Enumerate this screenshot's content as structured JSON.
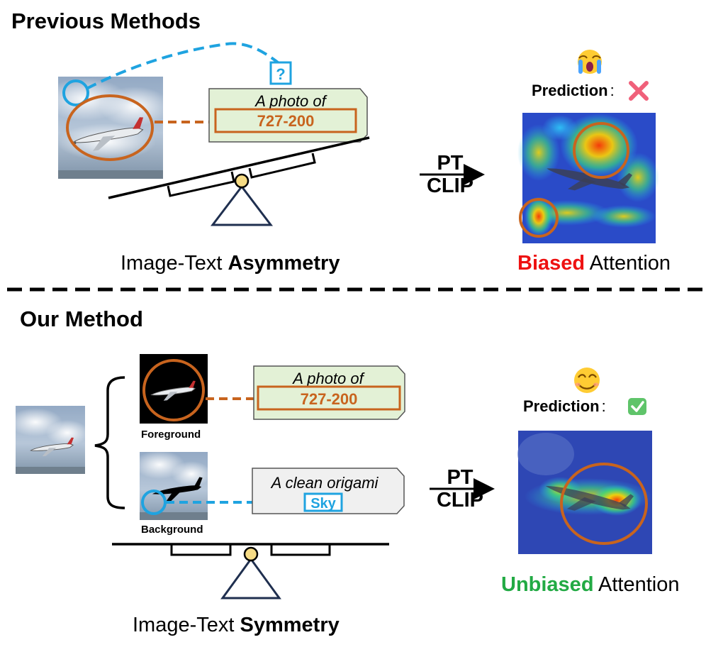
{
  "top": {
    "title": "Previous Methods",
    "prompt_line1": "A photo of",
    "class_name": "727-200",
    "question_mark": "?",
    "arrow_label_1": "PT",
    "arrow_label_2": "CLIP",
    "prediction_label": "Prediction",
    "prediction_colon": ":",
    "prediction_icon": "cross-mark-icon",
    "emoji_icon": "crying-face-emoji-icon",
    "caption_plain": "Image-Text ",
    "caption_bold": "Asymmetry",
    "result_highlight": "Biased",
    "result_rest": " Attention",
    "result_color": "#ee1111"
  },
  "bottom": {
    "title": "Our Method",
    "prompt_line1": "A photo of",
    "class_name": "727-200",
    "bg_prompt_line1": "A clean origami",
    "bg_word": "Sky",
    "foreground_label": "Foreground",
    "background_label": "Background",
    "arrow_label_1": "PT",
    "arrow_label_2": "CLIP",
    "prediction_label": "Prediction",
    "prediction_colon": ":",
    "prediction_icon": "check-mark-button-icon",
    "emoji_icon": "smiling-face-emoji-icon",
    "caption_plain": "Image-Text ",
    "caption_bold": "Symmetry",
    "result_highlight": "Unbiased",
    "result_rest": " Attention",
    "result_color": "#22aa44"
  },
  "colors": {
    "orange": "#c8641e",
    "blue": "#1fa3e0",
    "prompt_fill": "#e3f1d6",
    "bg_prompt_fill": "#f0f0f0",
    "navy": "#1f2f4f",
    "pivot": "#f7dc85"
  }
}
